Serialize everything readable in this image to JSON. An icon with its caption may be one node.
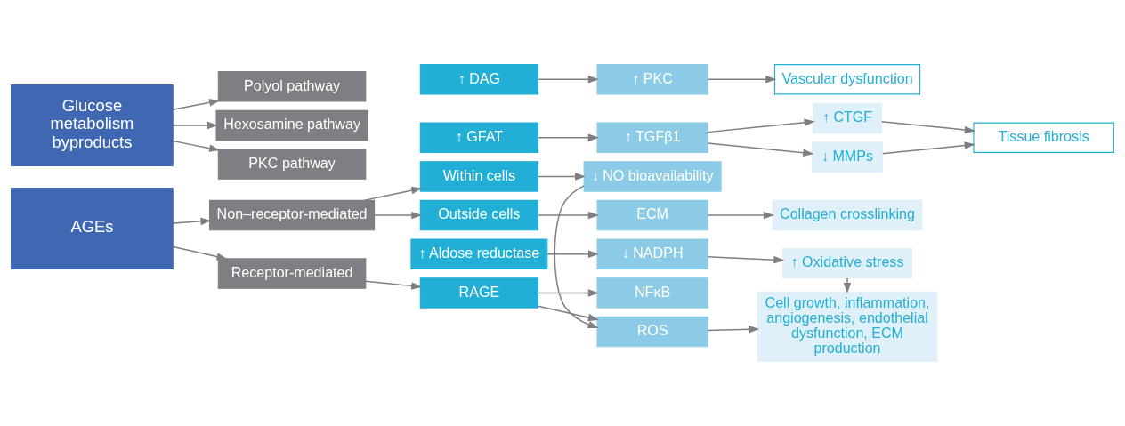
{
  "diagram": {
    "nodes": [
      {
        "text": [
          "AGEs"
        ]
      },
      {
        "text": [
          "Receptor-mediated"
        ]
      },
      {
        "text": [
          "Non–receptor-mediated"
        ]
      },
      {
        "text": [
          "RAGE"
        ]
      },
      {
        "text": [
          "Within cells"
        ]
      },
      {
        "text": [
          "Outside cells"
        ]
      },
      {
        "text": [
          "NFκB"
        ]
      },
      {
        "text": [
          "ROS"
        ]
      },
      {
        "text": [
          "↓ NO bioavailability"
        ]
      },
      {
        "text": [
          "ECM"
        ]
      },
      {
        "text": [
          "Cell growth, inflammation, angiogenesis, endothelial dysfunction, ECM production"
        ]
      },
      {
        "text": [
          "Collagen crosslinking"
        ]
      },
      {
        "text": [
          "Glucose metabolism byproducts"
        ]
      },
      {
        "text": [
          "Polyol pathway"
        ]
      },
      {
        "text": [
          "Hexosamine pathway"
        ]
      },
      {
        "text": [
          "PKC pathway"
        ]
      },
      {
        "text": [
          "↑ Aldose reductase"
        ]
      },
      {
        "text": [
          "↑ GFAT"
        ]
      },
      {
        "text": [
          "↑ DAG"
        ]
      },
      {
        "text": [
          "↓ NADPH"
        ]
      },
      {
        "text": [
          "↑ TGFβ1"
        ]
      },
      {
        "text": [
          "↑ PKC"
        ]
      },
      {
        "text": [
          "↑ Oxidative stress"
        ]
      },
      {
        "text": [
          "↑ CTGF"
        ]
      },
      {
        "text": [
          "↓ MMPs"
        ]
      },
      {
        "text": [
          "Tissue fibrosis"
        ]
      },
      {
        "text": [
          "Vascular dysfunction"
        ]
      }
    ],
    "edges": [
      {
        "from": 0,
        "to": 1,
        "arrow": "to"
      },
      {
        "from": 0,
        "to": 2,
        "arrow": "to"
      },
      {
        "from": 1,
        "to": 3,
        "arrow": "to"
      },
      {
        "from": 2,
        "to": 4,
        "arrow": "to"
      },
      {
        "from": 2,
        "to": 5,
        "arrow": "to"
      },
      {
        "from": 3,
        "to": 6,
        "arrow": "to"
      },
      {
        "from": 3,
        "to": 7,
        "arrow": "to"
      },
      {
        "from": 4,
        "to": 8,
        "arrow": "to"
      },
      {
        "from": 8,
        "to": 7,
        "arrow": "to"
      },
      {
        "from": 5,
        "to": 9,
        "arrow": "to"
      },
      {
        "from": 7,
        "to": 10,
        "arrow": "to"
      },
      {
        "from": 9,
        "to": 11,
        "arrow": "to"
      },
      {
        "from": 12,
        "to": 13,
        "arrow": "to"
      },
      {
        "from": 12,
        "to": 14,
        "arrow": "to"
      },
      {
        "from": 12,
        "to": 15,
        "arrow": "to"
      },
      {
        "from": 16,
        "to": 19,
        "arrow": "to"
      },
      {
        "from": 17,
        "to": 20,
        "arrow": "to"
      },
      {
        "from": 18,
        "to": 21,
        "arrow": "to"
      },
      {
        "from": 19,
        "to": 22,
        "arrow": "to"
      },
      {
        "from": 20,
        "to": 23,
        "arrow": "to"
      },
      {
        "from": 20,
        "to": 24,
        "arrow": "to"
      },
      {
        "from": 22,
        "to": 10,
        "arrow": "to"
      },
      {
        "from": 23,
        "to": 25,
        "arrow": "to"
      },
      {
        "from": 24,
        "to": 25,
        "arrow": "to"
      },
      {
        "from": 21,
        "to": 26,
        "arrow": "to"
      }
    ]
  }
}
